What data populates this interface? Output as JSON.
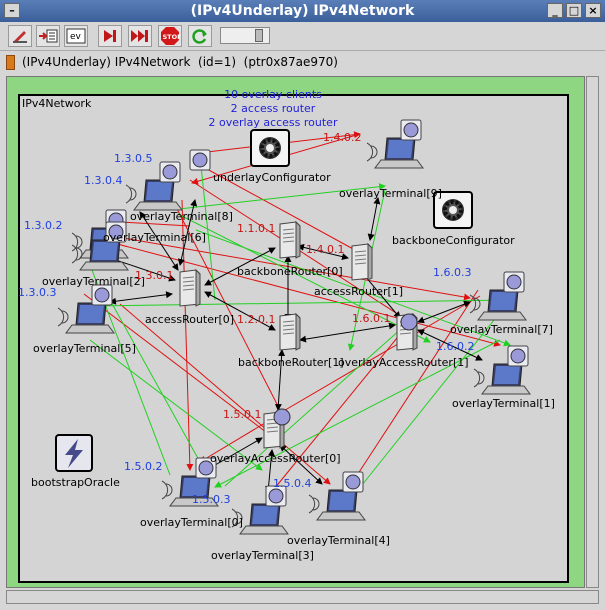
{
  "window": {
    "title": "(IPv4Underlay) IPv4Network"
  },
  "toolbar": {
    "buttons": [
      {
        "name": "module-output-icon"
      },
      {
        "name": "step-into-icon"
      },
      {
        "name": "event-log-icon"
      },
      {
        "name": "run-icon"
      },
      {
        "name": "fast-run-icon"
      },
      {
        "name": "stop-icon"
      },
      {
        "name": "refresh-icon"
      }
    ]
  },
  "info": {
    "text": "(IPv4Underlay) IPv4Network  (id=1)  (ptr0x87ae970)"
  },
  "network": {
    "name": "IPv4Network",
    "stats": [
      "10 overlay clients",
      "2 access router",
      "2 overlay access router"
    ]
  },
  "nodes": {
    "underlayConfigurator": "underlayConfigurator",
    "backboneConfigurator": "backboneConfigurator",
    "bootstrapOracle": "bootstrapOracle",
    "backboneRouter0": "backboneRouter[0]",
    "backboneRouter1": "backboneRouter[1]",
    "accessRouter0": "accessRouter[0]",
    "accessRouter1": "accessRouter[1]",
    "overlayAccessRouter0": "overlayAccessRouter[0]",
    "overlayAccessRouter1": "overlayAccessRouter[1]",
    "overlayTerminal0": "overlayTerminal[0]",
    "overlayTerminal1": "overlayTerminal[1]",
    "overlayTerminal2": "overlayTerminal[2]",
    "overlayTerminal3": "overlayTerminal[3]",
    "overlayTerminal4": "overlayTerminal[4]",
    "overlayTerminal5": "overlayTerminal[5]",
    "overlayTerminal6": "overlayTerminal[6]",
    "overlayTerminal7": "overlayTerminal[7]",
    "overlayTerminal8": "overlayTerminal[8]",
    "overlayTerminal9": "overlayTerminal[9]"
  },
  "addresses": {
    "a1305": "1.3.0.5",
    "a1304": "1.3.0.4",
    "a1302": "1.3.0.2",
    "a1303": "1.3.0.3",
    "a1301": "1.3.0.1",
    "a1402": "1.4.0.2",
    "a1401": "1.4.0.1",
    "a1101": "1.1.0.1",
    "a1201": "1.2.0.1",
    "a1601": "1.6.0.1",
    "a1603": "1.6.0.3",
    "a1602": "1.6.0.2",
    "a1501": "1.5.0.1",
    "a1502": "1.5.0.2",
    "a1503": "1.5.0.3",
    "a1504": "1.5.0.4"
  },
  "colors": {
    "canvas": "#8fd682",
    "linkRed": "#e01010",
    "linkGreen": "#22d022",
    "linkBlack": "#000000",
    "addrBlue": "#1f3fe0",
    "addrRed": "#c41414",
    "titleBar": "#3a5f9a"
  }
}
